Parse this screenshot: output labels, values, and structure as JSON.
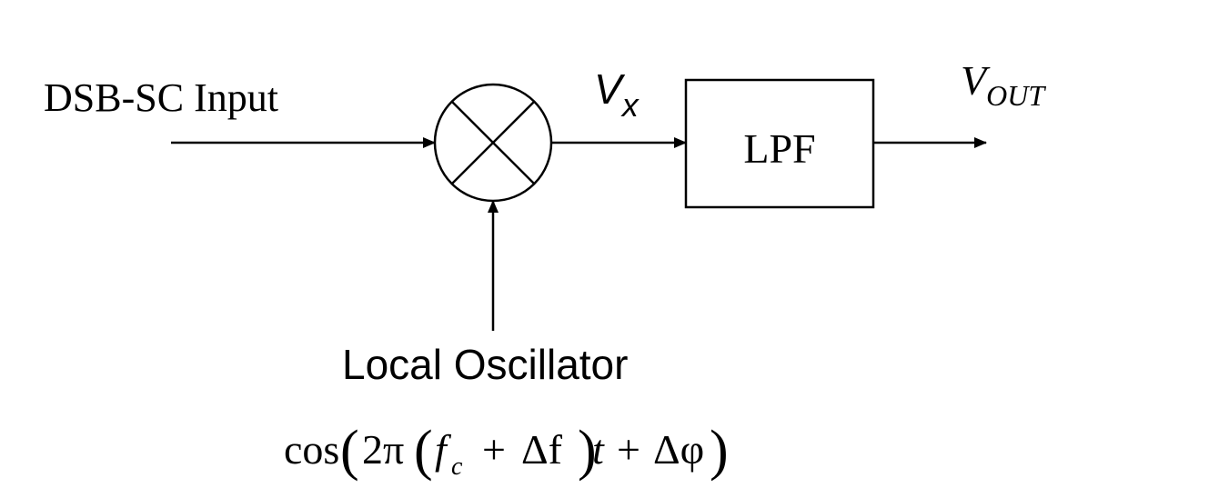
{
  "input": {
    "label": "DSB-SC Input"
  },
  "mixer": {
    "symbol": "multiplier"
  },
  "intermediate": {
    "symbol": "V",
    "subscript": "x"
  },
  "filter": {
    "label": "LPF"
  },
  "output": {
    "symbol": "V",
    "subscript": "OUT"
  },
  "oscillator": {
    "label": "Local Oscillator",
    "formula": {
      "cos": "cos",
      "two_pi": "2π",
      "f": "f",
      "c": "c",
      "plus1": "+",
      "delta_f": "Δf",
      "t": "t",
      "plus2": "+",
      "delta_phi": "Δφ"
    }
  },
  "colors": {
    "stroke": "#000000",
    "text": "#000000",
    "background": "#ffffff"
  }
}
